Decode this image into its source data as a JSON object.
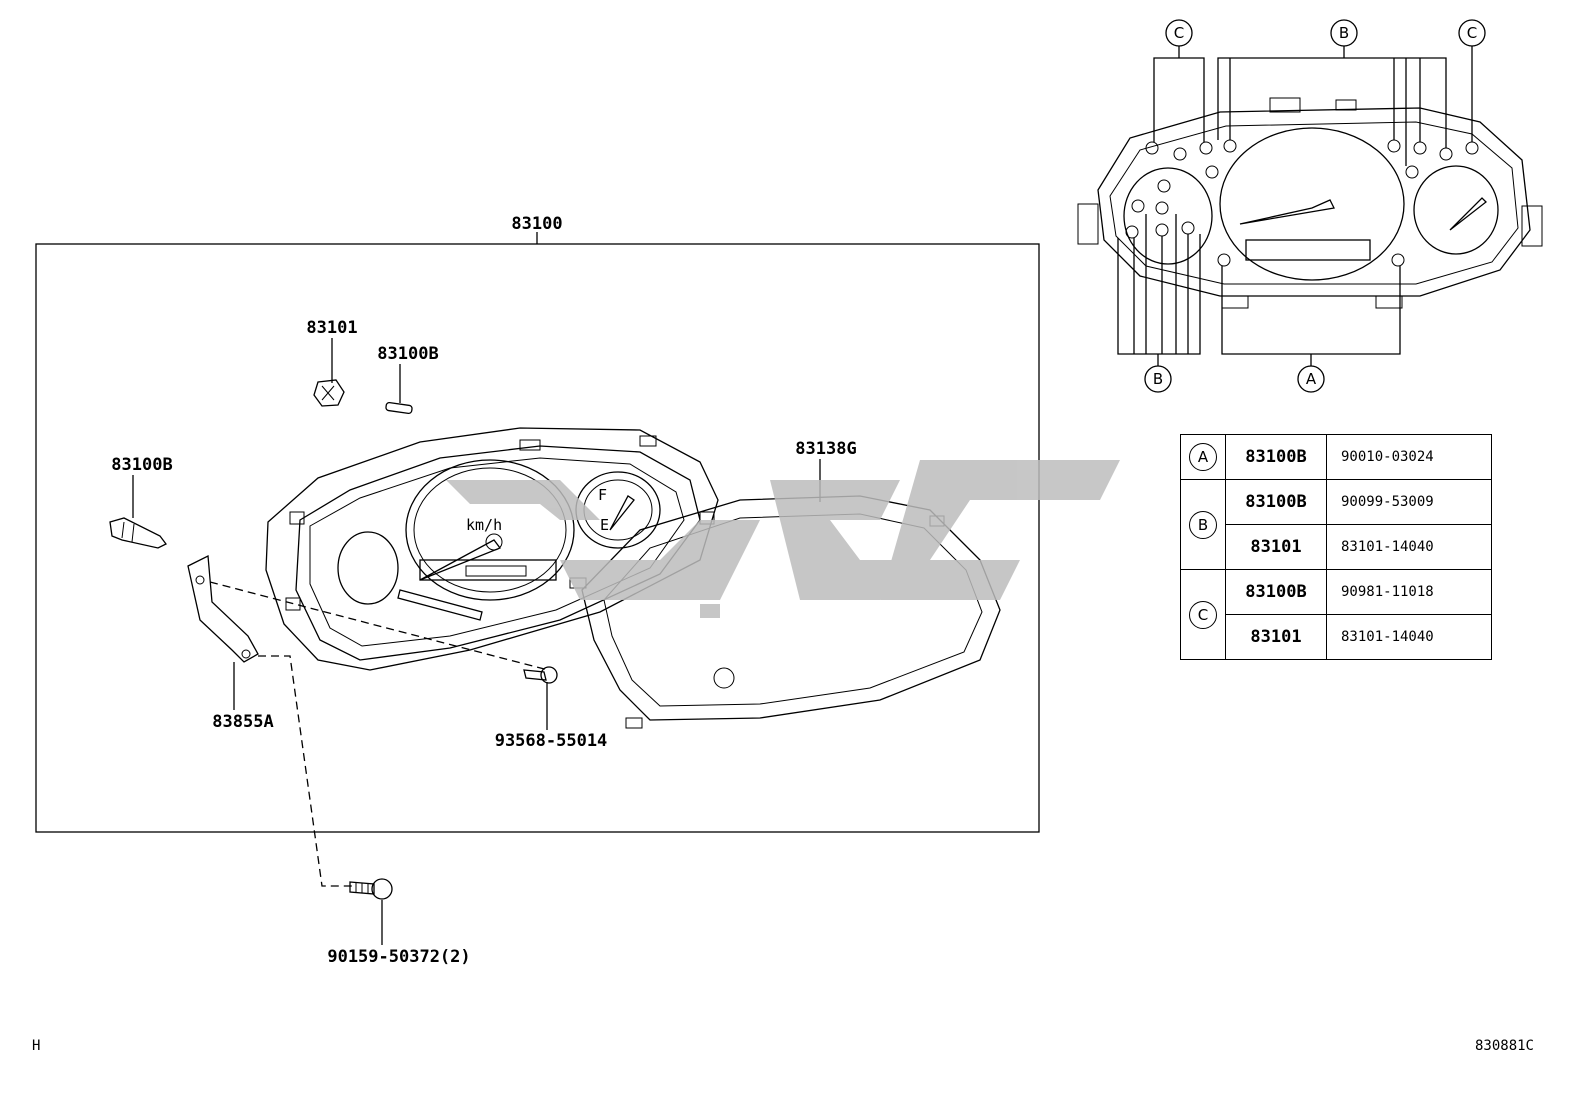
{
  "main_label": "83100",
  "callouts": {
    "bulb_socket": "83101",
    "bulb_top": "83100B",
    "bulb_left": "83100B",
    "lens": "83138G",
    "bracket": "83855A",
    "screw": "93568-55014",
    "bolt": "90159-50372(2)"
  },
  "gauge_text": {
    "speed_unit": "km/h",
    "fuel_full": "F",
    "fuel_empty": "E"
  },
  "inset": {
    "markers": {
      "a": "A",
      "b": "B",
      "c": "C"
    }
  },
  "legend": {
    "rows": [
      {
        "key": "A",
        "part": "83100B",
        "number": "90010-03024"
      },
      {
        "key": "B",
        "part": "83100B",
        "number": "90099-53009"
      },
      {
        "key": "",
        "part": "83101",
        "number": "83101-14040"
      },
      {
        "key": "C",
        "part": "83100B",
        "number": "90981-11018"
      },
      {
        "key": "",
        "part": "83101",
        "number": "83101-14040"
      }
    ]
  },
  "footer": {
    "left": "H",
    "right": "830881C"
  }
}
